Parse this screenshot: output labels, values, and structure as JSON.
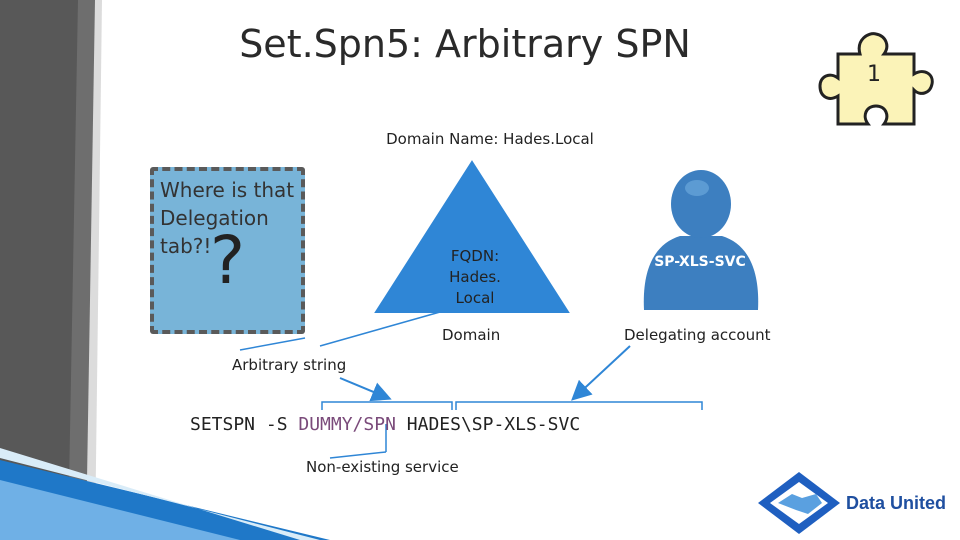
{
  "slide": {
    "title": "Set.Spn5: Arbitrary SPN",
    "domain_name": "Domain Name: Hades.Local",
    "note": {
      "text": "Where is that Delegation tab?!",
      "mark": "?"
    },
    "triangle": {
      "text_lines": [
        "FQDN:",
        "Hades.",
        "Local"
      ],
      "caption": "Domain"
    },
    "account": {
      "text": "SP-XLS-SVC",
      "caption": "Delegating account"
    },
    "arbitrary_label": "Arbitrary string",
    "command": {
      "prefix": "SETSPN -S ",
      "spn": "DUMMY/SPN",
      "space": " ",
      "account": "HADES\\SP-XLS-SVC"
    },
    "non_existing_label": "Non-existing service",
    "puzzle_number": "1",
    "logo": "Data United"
  },
  "colors": {
    "accent_blue": "#2f86d6",
    "note_fill": "#78b4d8",
    "person_blue": "#3d7fc0"
  }
}
